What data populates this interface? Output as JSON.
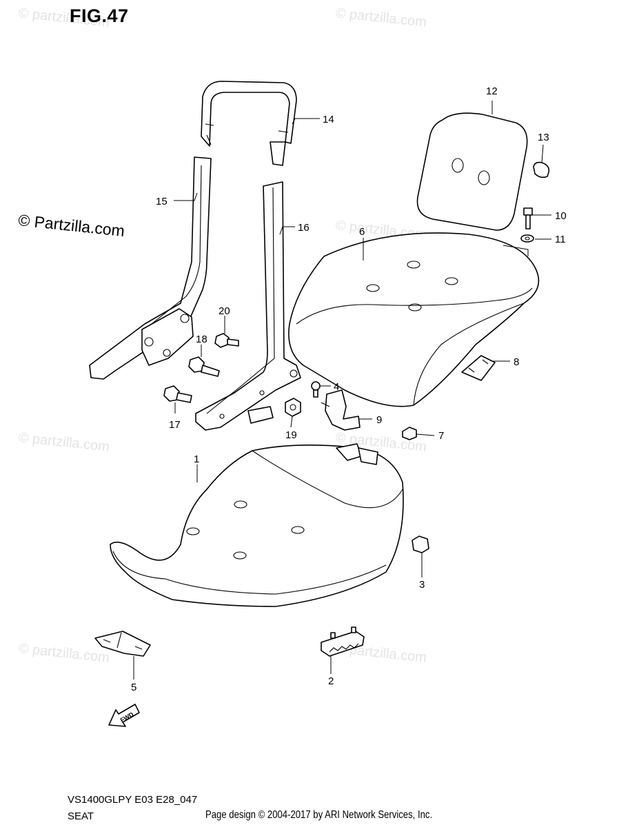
{
  "figure_label": "FIG.47",
  "copyright_note": "© Partzilla.com",
  "watermark_text": "© partzilla.com",
  "model_code": "VS1400GLPY E03 E28_047",
  "section_name": "SEAT",
  "page_credit": "Page design © 2004-2017 by ARI Network Services, Inc.",
  "fwd_arrow_label": "FWD",
  "callouts": {
    "c1": "1",
    "c2": "2",
    "c3": "3",
    "c4": "4",
    "c5": "5",
    "c6": "6",
    "c7": "7",
    "c8": "8",
    "c9": "9",
    "c10": "10",
    "c11": "11",
    "c12": "12",
    "c13": "13",
    "c14": "14",
    "c15": "15",
    "c16": "16",
    "c17": "17",
    "c18": "18",
    "c19": "19",
    "c20": "20"
  }
}
